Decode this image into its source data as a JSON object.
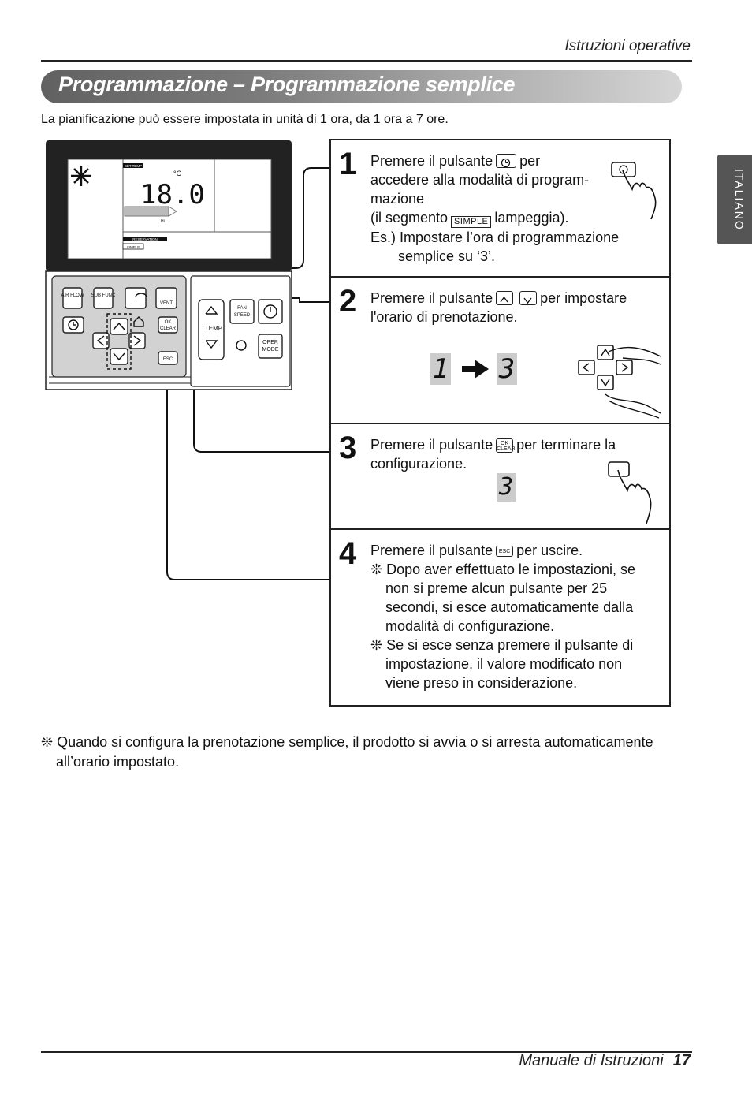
{
  "header": {
    "section_label": "Istruzioni operative"
  },
  "title": "Programmazione – Programmazione semplice",
  "intro": "La pianificazione può essere impostata in unità di 1 ora, da 1 ora a 7 ore.",
  "side_tab": "ITALIANO",
  "remote": {
    "lcd": {
      "set_temp_label": "SET TEMP",
      "temperature": "18.0",
      "unit": "°C",
      "hi_label": "Hi",
      "reservation_label": "RESERVATION",
      "simple_label": "SIMPLE"
    },
    "buttons": {
      "air_flow": "AIR FLOW",
      "sub_func": "SUB FUNC",
      "vent": "VENT",
      "ok_clear_top": "OK",
      "ok_clear_bottom": "CLEAR",
      "esc": "ESC",
      "fan_speed_top": "FAN",
      "fan_speed_bottom": "SPEED",
      "temp": "TEMP",
      "oper_mode_top": "OPER",
      "oper_mode_bottom": "MODE"
    }
  },
  "steps": [
    {
      "number": "1",
      "lines": [
        "Premere il pulsante",
        "per",
        "accedere alla modalità di program-",
        "mazione",
        "(il segmento",
        "lampeggia).",
        "Es.) Impostare l’ora di programmazione",
        "semplice su ‘3’."
      ],
      "segment_label": "SIMPLE"
    },
    {
      "number": "2",
      "lines": [
        "Premere il pulsante",
        "per impostare",
        "l'orario di prenotazione."
      ],
      "display_from": "1",
      "display_to": "3"
    },
    {
      "number": "3",
      "lines": [
        "Premere il pulsante",
        "per terminare la",
        "configurazione."
      ],
      "display_value": "3",
      "button_top": "OK",
      "button_bottom": "CLEAR"
    },
    {
      "number": "4",
      "lines": [
        "Premere il pulsante",
        "per uscire.",
        "Dopo aver effettuato le impostazioni, se",
        "non si preme alcun pulsante per 25",
        "secondi, si esce automaticamente dalla",
        "modalità di configurazione.",
        "Se si esce senza premere il pulsante di",
        "impostazione, il valore modificato non",
        "viene preso in considerazione."
      ],
      "button_label": "ESC",
      "bullet": "❊"
    }
  ],
  "note": {
    "bullet": "❊",
    "line1": "Quando si configura la prenotazione semplice, il prodotto si avvia o si arresta automaticamente",
    "line2": "all’orario impostato."
  },
  "footer": {
    "manual_title": "Manuale di Istruzioni",
    "page_number": "17"
  }
}
